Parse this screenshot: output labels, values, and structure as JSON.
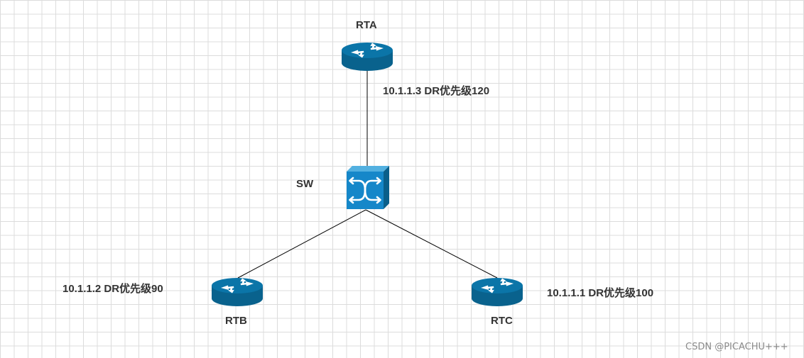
{
  "diagram": {
    "routers": {
      "rta": {
        "name": "RTA",
        "note": "10.1.1.3 DR优先级120"
      },
      "rtb": {
        "name": "RTB",
        "note": "10.1.1.2 DR优先级90"
      },
      "rtc": {
        "name": "RTC",
        "note": "10.1.1.1 DR优先级100"
      }
    },
    "switch": {
      "name": "SW"
    },
    "colors": {
      "device_blue": "#0b75a8",
      "device_dark": "#09628d",
      "switch_face": "#1587c9",
      "link": "#000000"
    }
  },
  "watermark": "CSDN @PICACHU+++"
}
